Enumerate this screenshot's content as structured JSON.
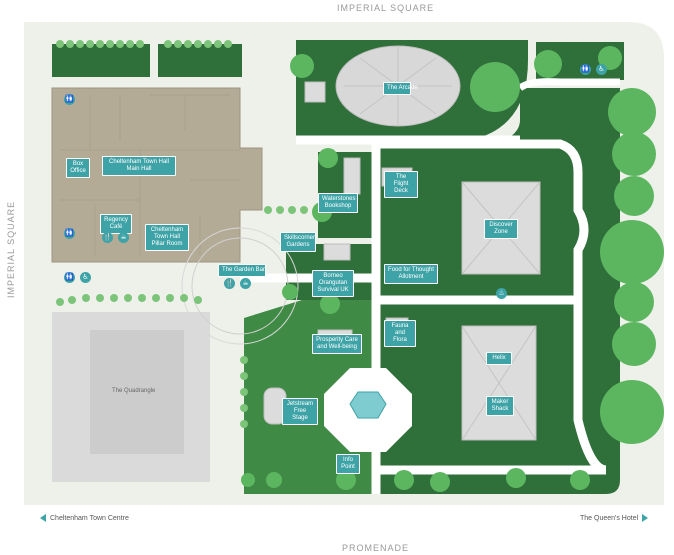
{
  "streets": {
    "top": "IMPERIAL SQUARE",
    "left": "IMPERIAL SQUARE",
    "bottom": "PROMENADE"
  },
  "directions": {
    "left": "Cheltenham Town Centre",
    "right": "The Queen's Hotel"
  },
  "places": {
    "arcade": "The Arcade",
    "box_office": "Box Office",
    "main_hall": "Cheltenham Town Hall Main Hall",
    "flight_deck": "The Flight Deck",
    "waterstones": "Waterstones Bookshop",
    "discover_zone": "Discover Zone",
    "regency_cafe": "Regency Café",
    "pillar_room": "Cheltenham Town Hall Pillar Room",
    "skillscorner": "Skillscorner Gardens",
    "garden_bar": "The Garden Bar",
    "borneo": "Borneo Orangutan Survival UK",
    "food_for_thought": "Food for Thought Allotment",
    "fauna_flora": "Fauna and Flora",
    "prosperity": "Prosperity Care and Well-being",
    "helix": "Helix",
    "jetstream": "Jetstream Free Stage",
    "maker_shack": "Maker Shack",
    "info_point": "Info Point",
    "quadrangle": "The Quadrangle"
  },
  "icons": [
    "toilets-icon",
    "accessible-toilet-icon",
    "food-drink-icon",
    "water-refill-icon"
  ],
  "colors": {
    "grass_dark": "#2f6f3a",
    "grass_mid": "#3f8a45",
    "tree": "#5cb65f",
    "path": "#ffffff",
    "ground": "#eef0ea",
    "building": "#b3ab96",
    "label": "#3ea3a7"
  }
}
